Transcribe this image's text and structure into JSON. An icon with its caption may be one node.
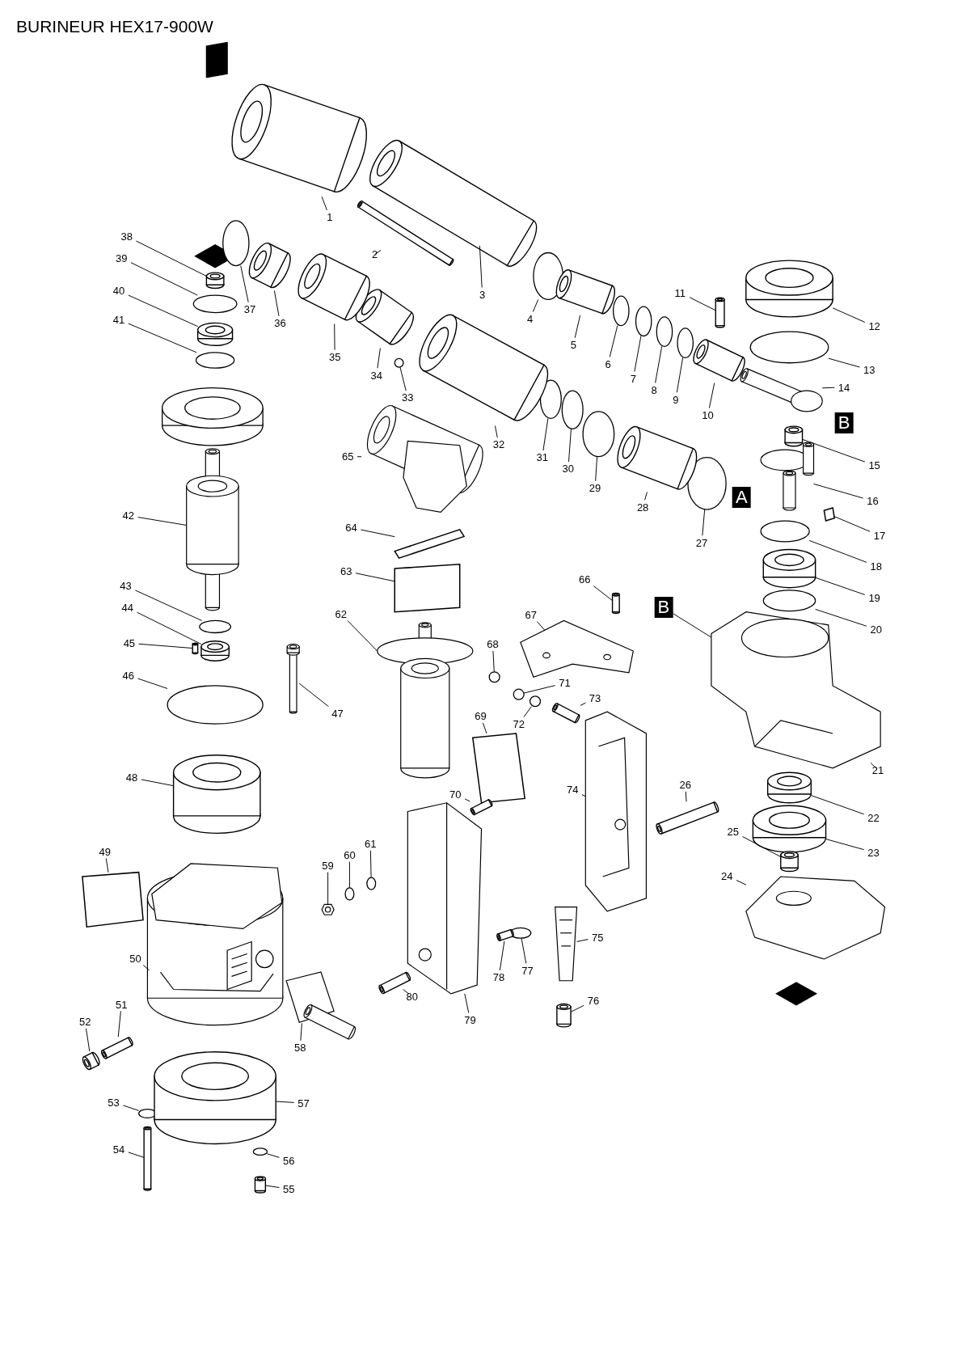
{
  "diagram": {
    "title": "BURINEUR HEX17-900W",
    "nodes": [
      {
        "text": [
          "1"
        ]
      },
      {
        "text": [
          "2"
        ]
      },
      {
        "text": [
          "3"
        ]
      },
      {
        "text": [
          "4"
        ]
      },
      {
        "text": [
          "5"
        ]
      },
      {
        "text": [
          "6"
        ]
      },
      {
        "text": [
          "7"
        ]
      },
      {
        "text": [
          "8"
        ]
      },
      {
        "text": [
          "9"
        ]
      },
      {
        "text": [
          "10"
        ]
      },
      {
        "text": [
          "11"
        ]
      },
      {
        "text": [
          "12"
        ]
      },
      {
        "text": [
          "13"
        ]
      },
      {
        "text": [
          "14"
        ]
      },
      {
        "text": [
          "15"
        ]
      },
      {
        "text": [
          "16"
        ]
      },
      {
        "text": [
          "17"
        ]
      },
      {
        "text": [
          "18"
        ]
      },
      {
        "text": [
          "19"
        ]
      },
      {
        "text": [
          "20"
        ]
      },
      {
        "text": [
          "21"
        ]
      },
      {
        "text": [
          "22"
        ]
      },
      {
        "text": [
          "23"
        ]
      },
      {
        "text": [
          "24"
        ]
      },
      {
        "text": [
          "25"
        ]
      },
      {
        "text": [
          "26"
        ]
      },
      {
        "text": [
          "27"
        ]
      },
      {
        "text": [
          "28"
        ]
      },
      {
        "text": [
          "29"
        ]
      },
      {
        "text": [
          "30"
        ]
      },
      {
        "text": [
          "31"
        ]
      },
      {
        "text": [
          "32"
        ]
      },
      {
        "text": [
          "33"
        ]
      },
      {
        "text": [
          "34"
        ]
      },
      {
        "text": [
          "35"
        ]
      },
      {
        "text": [
          "36"
        ]
      },
      {
        "text": [
          "37"
        ]
      },
      {
        "text": [
          "38"
        ]
      },
      {
        "text": [
          "39"
        ]
      },
      {
        "text": [
          "40"
        ]
      },
      {
        "text": [
          "41"
        ]
      },
      {
        "text": [
          "42"
        ]
      },
      {
        "text": [
          "43"
        ]
      },
      {
        "text": [
          "44"
        ]
      },
      {
        "text": [
          "45"
        ]
      },
      {
        "text": [
          "46"
        ]
      },
      {
        "text": [
          "47"
        ]
      },
      {
        "text": [
          "48"
        ]
      },
      {
        "text": [
          "49"
        ]
      },
      {
        "text": [
          "50"
        ]
      },
      {
        "text": [
          "51"
        ]
      },
      {
        "text": [
          "52"
        ]
      },
      {
        "text": [
          "53"
        ]
      },
      {
        "text": [
          "54"
        ]
      },
      {
        "text": [
          "55"
        ]
      },
      {
        "text": [
          "56"
        ]
      },
      {
        "text": [
          "57"
        ]
      },
      {
        "text": [
          "58"
        ]
      },
      {
        "text": [
          "59"
        ]
      },
      {
        "text": [
          "60"
        ]
      },
      {
        "text": [
          "61"
        ]
      },
      {
        "text": [
          "62"
        ]
      },
      {
        "text": [
          "63"
        ]
      },
      {
        "text": [
          "64"
        ]
      },
      {
        "text": [
          "65"
        ]
      },
      {
        "text": [
          "66"
        ]
      },
      {
        "text": [
          "67"
        ]
      },
      {
        "text": [
          "68"
        ]
      },
      {
        "text": [
          "69"
        ]
      },
      {
        "text": [
          "70"
        ]
      },
      {
        "text": [
          "71"
        ]
      },
      {
        "text": [
          "72"
        ]
      },
      {
        "text": [
          "73"
        ]
      },
      {
        "text": [
          "74"
        ]
      },
      {
        "text": [
          "75"
        ]
      },
      {
        "text": [
          "76"
        ]
      },
      {
        "text": [
          "77"
        ]
      },
      {
        "text": [
          "78"
        ]
      },
      {
        "text": [
          "79"
        ]
      },
      {
        "text": [
          "80"
        ]
      },
      {
        "text": [
          "B"
        ]
      },
      {
        "text": [
          "A"
        ]
      },
      {
        "text": [
          "B"
        ]
      },
      {
        "text": [],
        "shape": "cylinder"
      },
      {
        "text": [],
        "shape": "cylinder"
      },
      {
        "text": [],
        "shape": "cylinder"
      },
      {
        "text": [],
        "shape": "circle"
      },
      {
        "text": [],
        "shape": "cylinder"
      },
      {
        "text": [],
        "shape": "circle"
      },
      {
        "text": [],
        "shape": "circle"
      },
      {
        "text": [],
        "shape": "circle"
      },
      {
        "text": [],
        "shape": "circle"
      },
      {
        "text": [],
        "shape": "cylinder"
      },
      {
        "text": [],
        "shape": "cylinder"
      },
      {
        "text": [],
        "shape": "cylinder"
      },
      {
        "text": [],
        "shape": "circle"
      },
      {
        "text": [],
        "shape": "picture"
      },
      {
        "text": [],
        "shape": "cylinder"
      },
      {
        "text": [],
        "shape": "picture"
      },
      {
        "text": [],
        "shape": "box"
      },
      {
        "text": [],
        "shape": "circle"
      },
      {
        "text": [],
        "shape": "cylinder"
      },
      {
        "text": [],
        "shape": "circle"
      },
      {
        "text": [],
        "shape": "picture"
      },
      {
        "text": [],
        "shape": "cylinder"
      },
      {
        "text": [],
        "shape": "cylinder"
      },
      {
        "text": [],
        "shape": "picture"
      },
      {
        "text": [],
        "shape": "cylinder"
      },
      {
        "text": [],
        "shape": "cylinder"
      },
      {
        "text": [],
        "shape": "circle"
      },
      {
        "text": [],
        "shape": "cylinder"
      },
      {
        "text": [],
        "shape": "circle"
      },
      {
        "text": [],
        "shape": "circle"
      },
      {
        "text": [],
        "shape": "circle"
      },
      {
        "text": [],
        "shape": "cylinder"
      },
      {
        "text": [],
        "shape": "circle"
      },
      {
        "text": [],
        "shape": "cylinder"
      },
      {
        "text": [],
        "shape": "cylinder"
      },
      {
        "text": [],
        "shape": "cylinder"
      },
      {
        "text": [],
        "shape": "circle"
      },
      {
        "text": [],
        "shape": "cylinder"
      },
      {
        "text": [],
        "shape": "circle"
      },
      {
        "text": [],
        "shape": "cylinder"
      },
      {
        "text": [],
        "shape": "circle"
      },
      {
        "text": [],
        "shape": "picture"
      },
      {
        "text": [],
        "shape": "circle"
      },
      {
        "text": [],
        "shape": "cylinder"
      },
      {
        "text": [],
        "shape": "cylinder"
      },
      {
        "text": [],
        "shape": "circle"
      },
      {
        "text": [],
        "shape": "picture"
      },
      {
        "text": [],
        "shape": "cylinder"
      },
      {
        "text": [],
        "shape": "box"
      },
      {
        "text": [],
        "shape": "picture"
      },
      {
        "text": [],
        "shape": "cylinder"
      },
      {
        "text": [],
        "shape": "cylinder"
      },
      {
        "text": [],
        "shape": "circle"
      },
      {
        "text": [],
        "shape": "cylinder"
      },
      {
        "text": [],
        "shape": "cylinder"
      },
      {
        "text": [],
        "shape": "circle"
      },
      {
        "text": [],
        "shape": "cylinder"
      },
      {
        "text": [],
        "shape": "picture"
      },
      {
        "text": [],
        "shape": "picture"
      },
      {
        "text": [],
        "shape": "circle"
      },
      {
        "text": [],
        "shape": "circle"
      },
      {
        "text": [],
        "shape": "picture"
      },
      {
        "text": [],
        "shape": "box"
      },
      {
        "text": [],
        "shape": "box"
      },
      {
        "text": [],
        "shape": "picture"
      },
      {
        "text": [],
        "shape": "cylinder"
      },
      {
        "text": [],
        "shape": "picture"
      },
      {
        "text": [],
        "shape": "circle"
      },
      {
        "text": [],
        "shape": "box"
      },
      {
        "text": [],
        "shape": "cylinder"
      },
      {
        "text": [],
        "shape": "circle"
      },
      {
        "text": [],
        "shape": "circle"
      },
      {
        "text": [],
        "shape": "cylinder"
      },
      {
        "text": [],
        "shape": "picture"
      },
      {
        "text": [],
        "shape": "picture"
      },
      {
        "text": [],
        "shape": "cylinder"
      },
      {
        "text": [],
        "shape": "circle"
      },
      {
        "text": [],
        "shape": "cylinder"
      },
      {
        "text": [],
        "shape": "picture"
      },
      {
        "text": [],
        "shape": "cylinder"
      }
    ],
    "edges": [
      {
        "from": 0,
        "to": 83,
        "arrow": "none"
      },
      {
        "from": 1,
        "to": 84,
        "arrow": "none"
      },
      {
        "from": 2,
        "to": 85,
        "arrow": "none"
      },
      {
        "from": 3,
        "to": 86,
        "arrow": "none"
      },
      {
        "from": 4,
        "to": 87,
        "arrow": "none"
      },
      {
        "from": 5,
        "to": 88,
        "arrow": "none"
      },
      {
        "from": 6,
        "to": 89,
        "arrow": "none"
      },
      {
        "from": 7,
        "to": 90,
        "arrow": "none"
      },
      {
        "from": 8,
        "to": 91,
        "arrow": "none"
      },
      {
        "from": 9,
        "to": 92,
        "arrow": "none"
      },
      {
        "from": 10,
        "to": 93,
        "arrow": "none"
      },
      {
        "from": 11,
        "to": 94,
        "arrow": "none"
      },
      {
        "from": 12,
        "to": 95,
        "arrow": "none"
      },
      {
        "from": 13,
        "to": 96,
        "arrow": "none"
      },
      {
        "from": 14,
        "to": 97,
        "arrow": "none"
      },
      {
        "from": 15,
        "to": 98,
        "arrow": "none"
      },
      {
        "from": 16,
        "to": 99,
        "arrow": "none"
      },
      {
        "from": 17,
        "to": 100,
        "arrow": "none"
      },
      {
        "from": 18,
        "to": 101,
        "arrow": "none"
      },
      {
        "from": 19,
        "to": 102,
        "arrow": "none"
      },
      {
        "from": 20,
        "to": 103,
        "arrow": "none"
      },
      {
        "from": 21,
        "to": 104,
        "arrow": "none"
      },
      {
        "from": 22,
        "to": 105,
        "arrow": "none"
      },
      {
        "from": 23,
        "to": 106,
        "arrow": "none"
      },
      {
        "from": 24,
        "to": 107,
        "arrow": "none"
      },
      {
        "from": 25,
        "to": 108,
        "arrow": "none"
      },
      {
        "from": 26,
        "to": 109,
        "arrow": "none"
      },
      {
        "from": 27,
        "to": 110,
        "arrow": "none"
      },
      {
        "from": 28,
        "to": 111,
        "arrow": "none"
      },
      {
        "from": 29,
        "to": 112,
        "arrow": "none"
      },
      {
        "from": 30,
        "to": 113,
        "arrow": "none"
      },
      {
        "from": 31,
        "to": 114,
        "arrow": "none"
      },
      {
        "from": 32,
        "to": 115,
        "arrow": "none"
      },
      {
        "from": 33,
        "to": 116,
        "arrow": "none"
      },
      {
        "from": 34,
        "to": 117,
        "arrow": "none"
      },
      {
        "from": 35,
        "to": 118,
        "arrow": "none"
      },
      {
        "from": 36,
        "to": 119,
        "arrow": "none"
      },
      {
        "from": 37,
        "to": 120,
        "arrow": "none"
      },
      {
        "from": 38,
        "to": 121,
        "arrow": "none"
      },
      {
        "from": 39,
        "to": 122,
        "arrow": "none"
      },
      {
        "from": 40,
        "to": 123,
        "arrow": "none"
      },
      {
        "from": 41,
        "to": 124,
        "arrow": "none"
      },
      {
        "from": 42,
        "to": 125,
        "arrow": "none"
      },
      {
        "from": 43,
        "to": 126,
        "arrow": "none"
      },
      {
        "from": 44,
        "to": 127,
        "arrow": "none"
      },
      {
        "from": 45,
        "to": 128,
        "arrow": "none"
      },
      {
        "from": 46,
        "to": 129,
        "arrow": "none"
      },
      {
        "from": 47,
        "to": 130,
        "arrow": "none"
      },
      {
        "from": 48,
        "to": 131,
        "arrow": "none"
      },
      {
        "from": 49,
        "to": 132,
        "arrow": "none"
      },
      {
        "from": 50,
        "to": 133,
        "arrow": "none"
      },
      {
        "from": 51,
        "to": 134,
        "arrow": "none"
      },
      {
        "from": 52,
        "to": 135,
        "arrow": "none"
      },
      {
        "from": 53,
        "to": 136,
        "arrow": "none"
      },
      {
        "from": 54,
        "to": 137,
        "arrow": "none"
      },
      {
        "from": 55,
        "to": 138,
        "arrow": "none"
      },
      {
        "from": 56,
        "to": 139,
        "arrow": "none"
      },
      {
        "from": 57,
        "to": 140,
        "arrow": "none"
      },
      {
        "from": 58,
        "to": 141,
        "arrow": "none"
      },
      {
        "from": 59,
        "to": 142,
        "arrow": "none"
      },
      {
        "from": 60,
        "to": 143,
        "arrow": "none"
      },
      {
        "from": 61,
        "to": 144,
        "arrow": "none"
      },
      {
        "from": 62,
        "to": 145,
        "arrow": "none"
      },
      {
        "from": 63,
        "to": 146,
        "arrow": "none"
      },
      {
        "from": 64,
        "to": 147,
        "arrow": "none"
      },
      {
        "from": 65,
        "to": 148,
        "arrow": "none"
      },
      {
        "from": 66,
        "to": 149,
        "arrow": "none"
      },
      {
        "from": 67,
        "to": 150,
        "arrow": "none"
      },
      {
        "from": 68,
        "to": 151,
        "arrow": "none"
      },
      {
        "from": 69,
        "to": 152,
        "arrow": "none"
      },
      {
        "from": 70,
        "to": 153,
        "arrow": "none"
      },
      {
        "from": 71,
        "to": 154,
        "arrow": "none"
      },
      {
        "from": 72,
        "to": 155,
        "arrow": "none"
      },
      {
        "from": 73,
        "to": 156,
        "arrow": "none"
      },
      {
        "from": 74,
        "to": 157,
        "arrow": "none"
      },
      {
        "from": 75,
        "to": 158,
        "arrow": "none"
      },
      {
        "from": 76,
        "to": 159,
        "arrow": "none"
      },
      {
        "from": 77,
        "to": 160,
        "arrow": "none"
      },
      {
        "from": 78,
        "to": 161,
        "arrow": "none"
      },
      {
        "from": 79,
        "to": 162,
        "arrow": "none"
      },
      {
        "from": 80,
        "to": 103,
        "arrow": "none"
      }
    ]
  }
}
